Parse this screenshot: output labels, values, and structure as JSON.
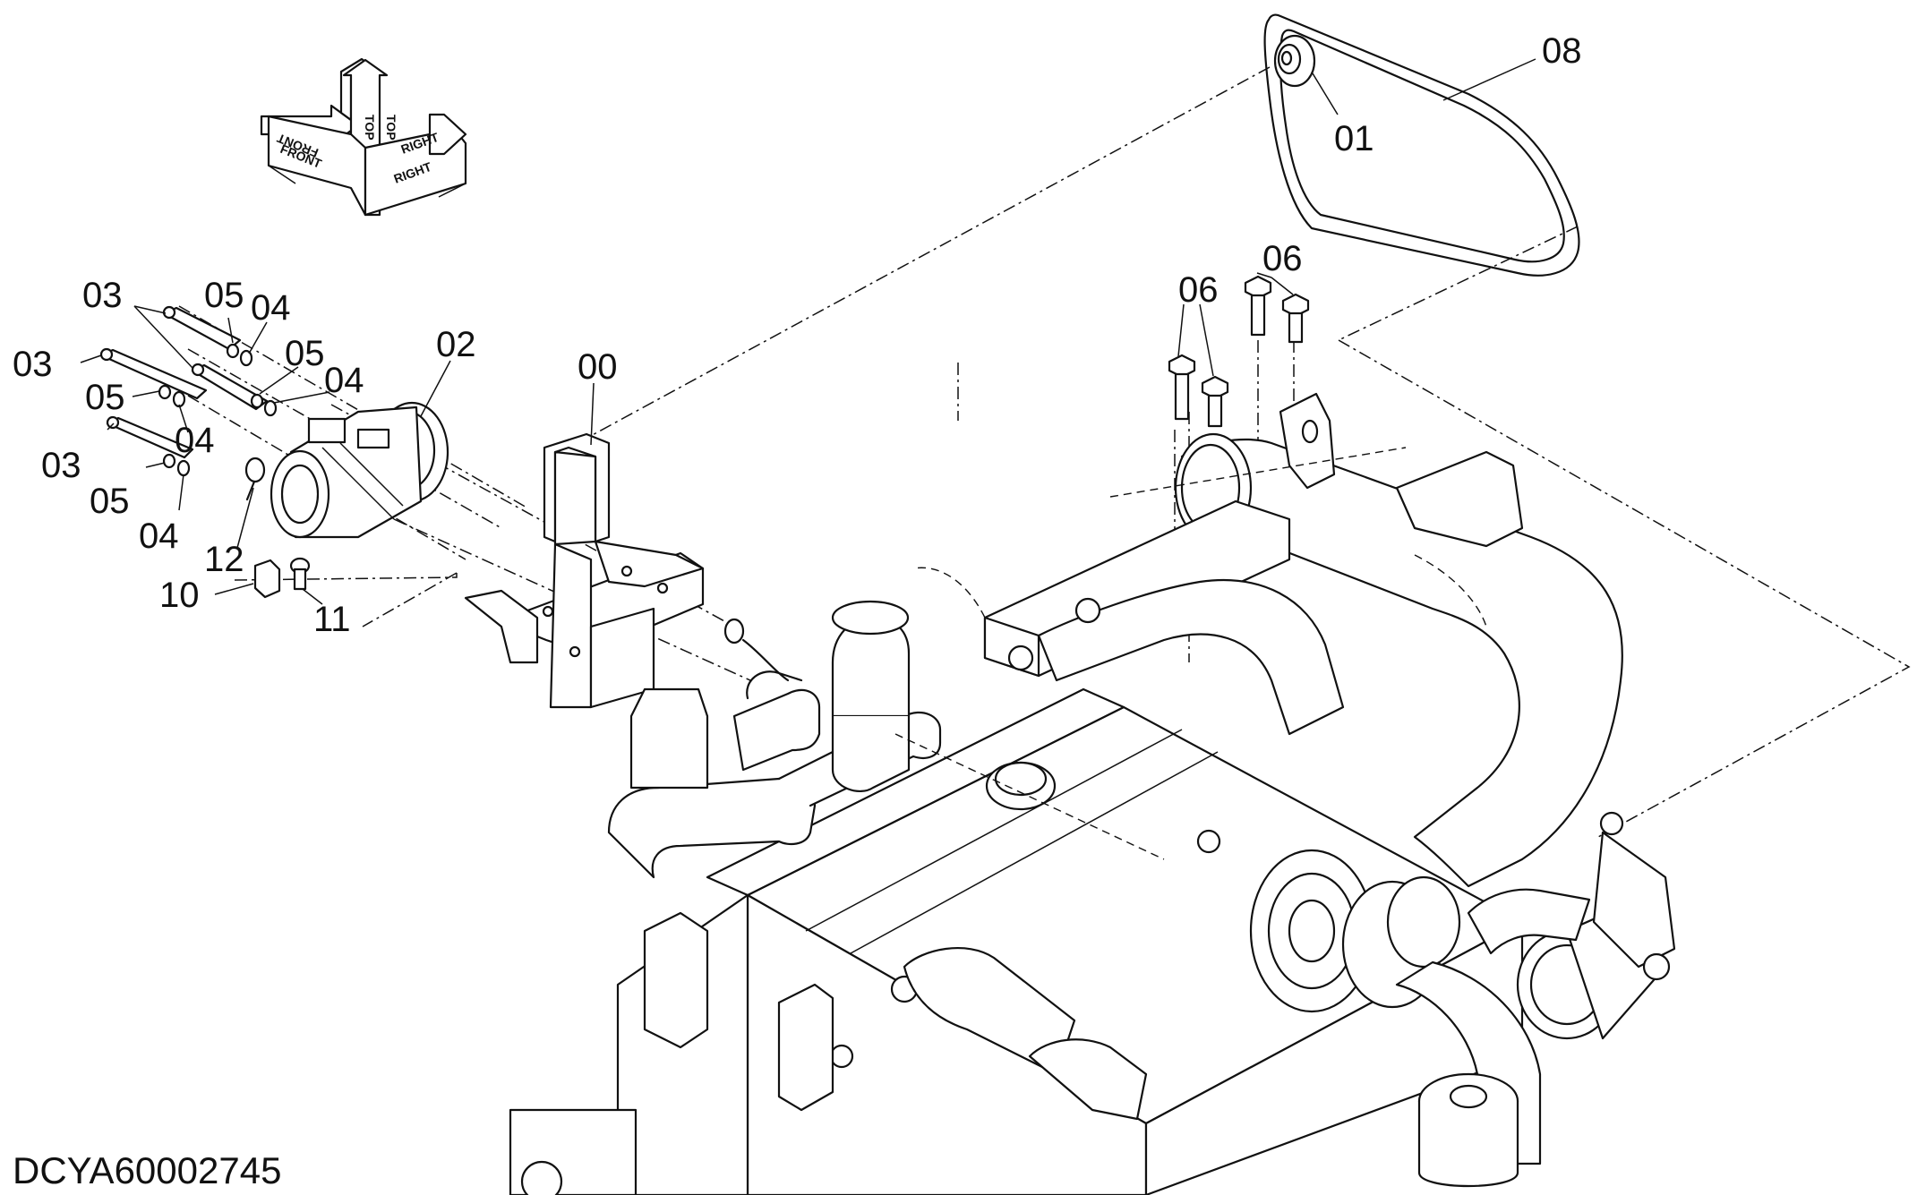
{
  "callouts": {
    "c00": "00",
    "c01": "01",
    "c02": "02",
    "c03a": "03",
    "c03b": "03",
    "c03c": "03",
    "c04a": "04",
    "c04b": "04",
    "c04c": "04",
    "c04d": "04",
    "c05a": "05",
    "c05b": "05",
    "c05c": "05",
    "c05d": "05",
    "c06a": "06",
    "c06b": "06",
    "c08": "08",
    "c10": "10",
    "c11": "11",
    "c12": "12"
  },
  "orientation": {
    "top": "TOP",
    "front": "FRONT",
    "right": "RIGHT"
  },
  "drawing_code": "DCYA60002745"
}
